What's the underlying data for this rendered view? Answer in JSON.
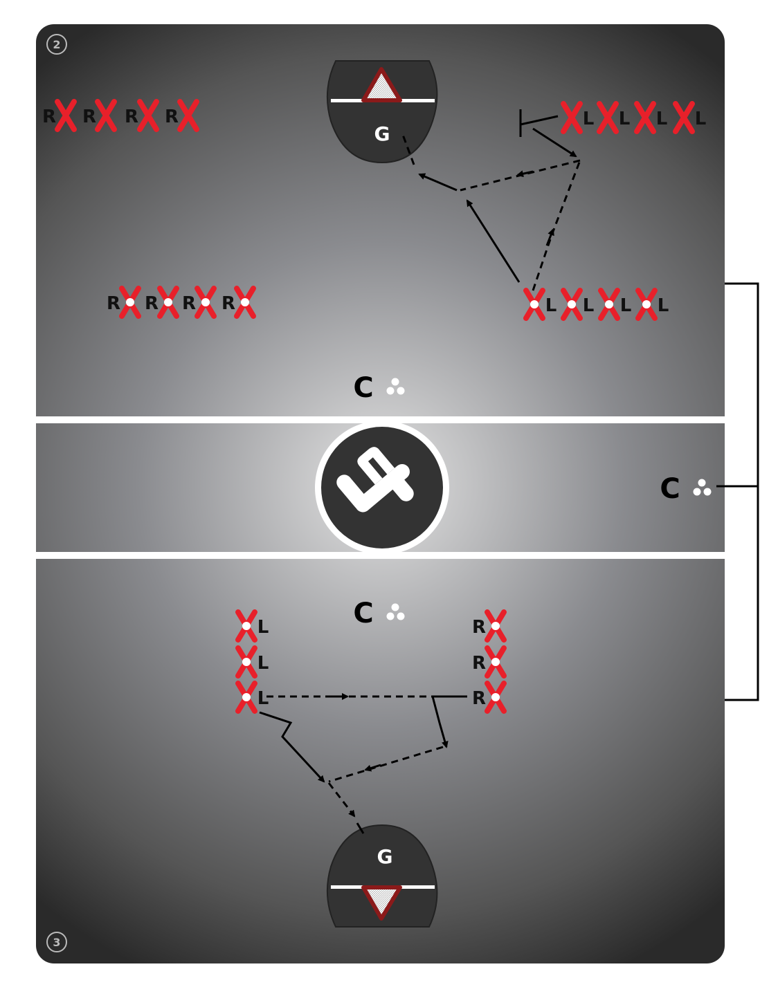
{
  "panels": {
    "top_number": "2",
    "bottom_number": "3"
  },
  "goalie_label": "G",
  "coach_label": "C",
  "right_handed_label": "R",
  "left_handed_label": "L",
  "colors": {
    "player_x": "#e8202a",
    "goal_crease": "#333333",
    "goal_triangle": "#8b1a1a",
    "field_light": "#dcdcdc",
    "field_dark": "#2e2e2e"
  },
  "players": {
    "top_left_line": {
      "side": "R",
      "count": 4,
      "has_ball": false
    },
    "top_right_line": {
      "side": "L",
      "count": 4,
      "has_ball": false
    },
    "mid_left_line": {
      "side": "R",
      "count": 4,
      "has_ball": true
    },
    "mid_right_line": {
      "side": "L",
      "count": 4,
      "has_ball": true
    },
    "bottom_left_column": {
      "side": "L",
      "count": 3,
      "has_ball": true
    },
    "bottom_right_column": {
      "side": "R",
      "count": 3,
      "has_ball": true
    }
  },
  "icons": [
    "logo-icon",
    "ball-pile-icon",
    "arrow-icon",
    "goal-icon"
  ]
}
